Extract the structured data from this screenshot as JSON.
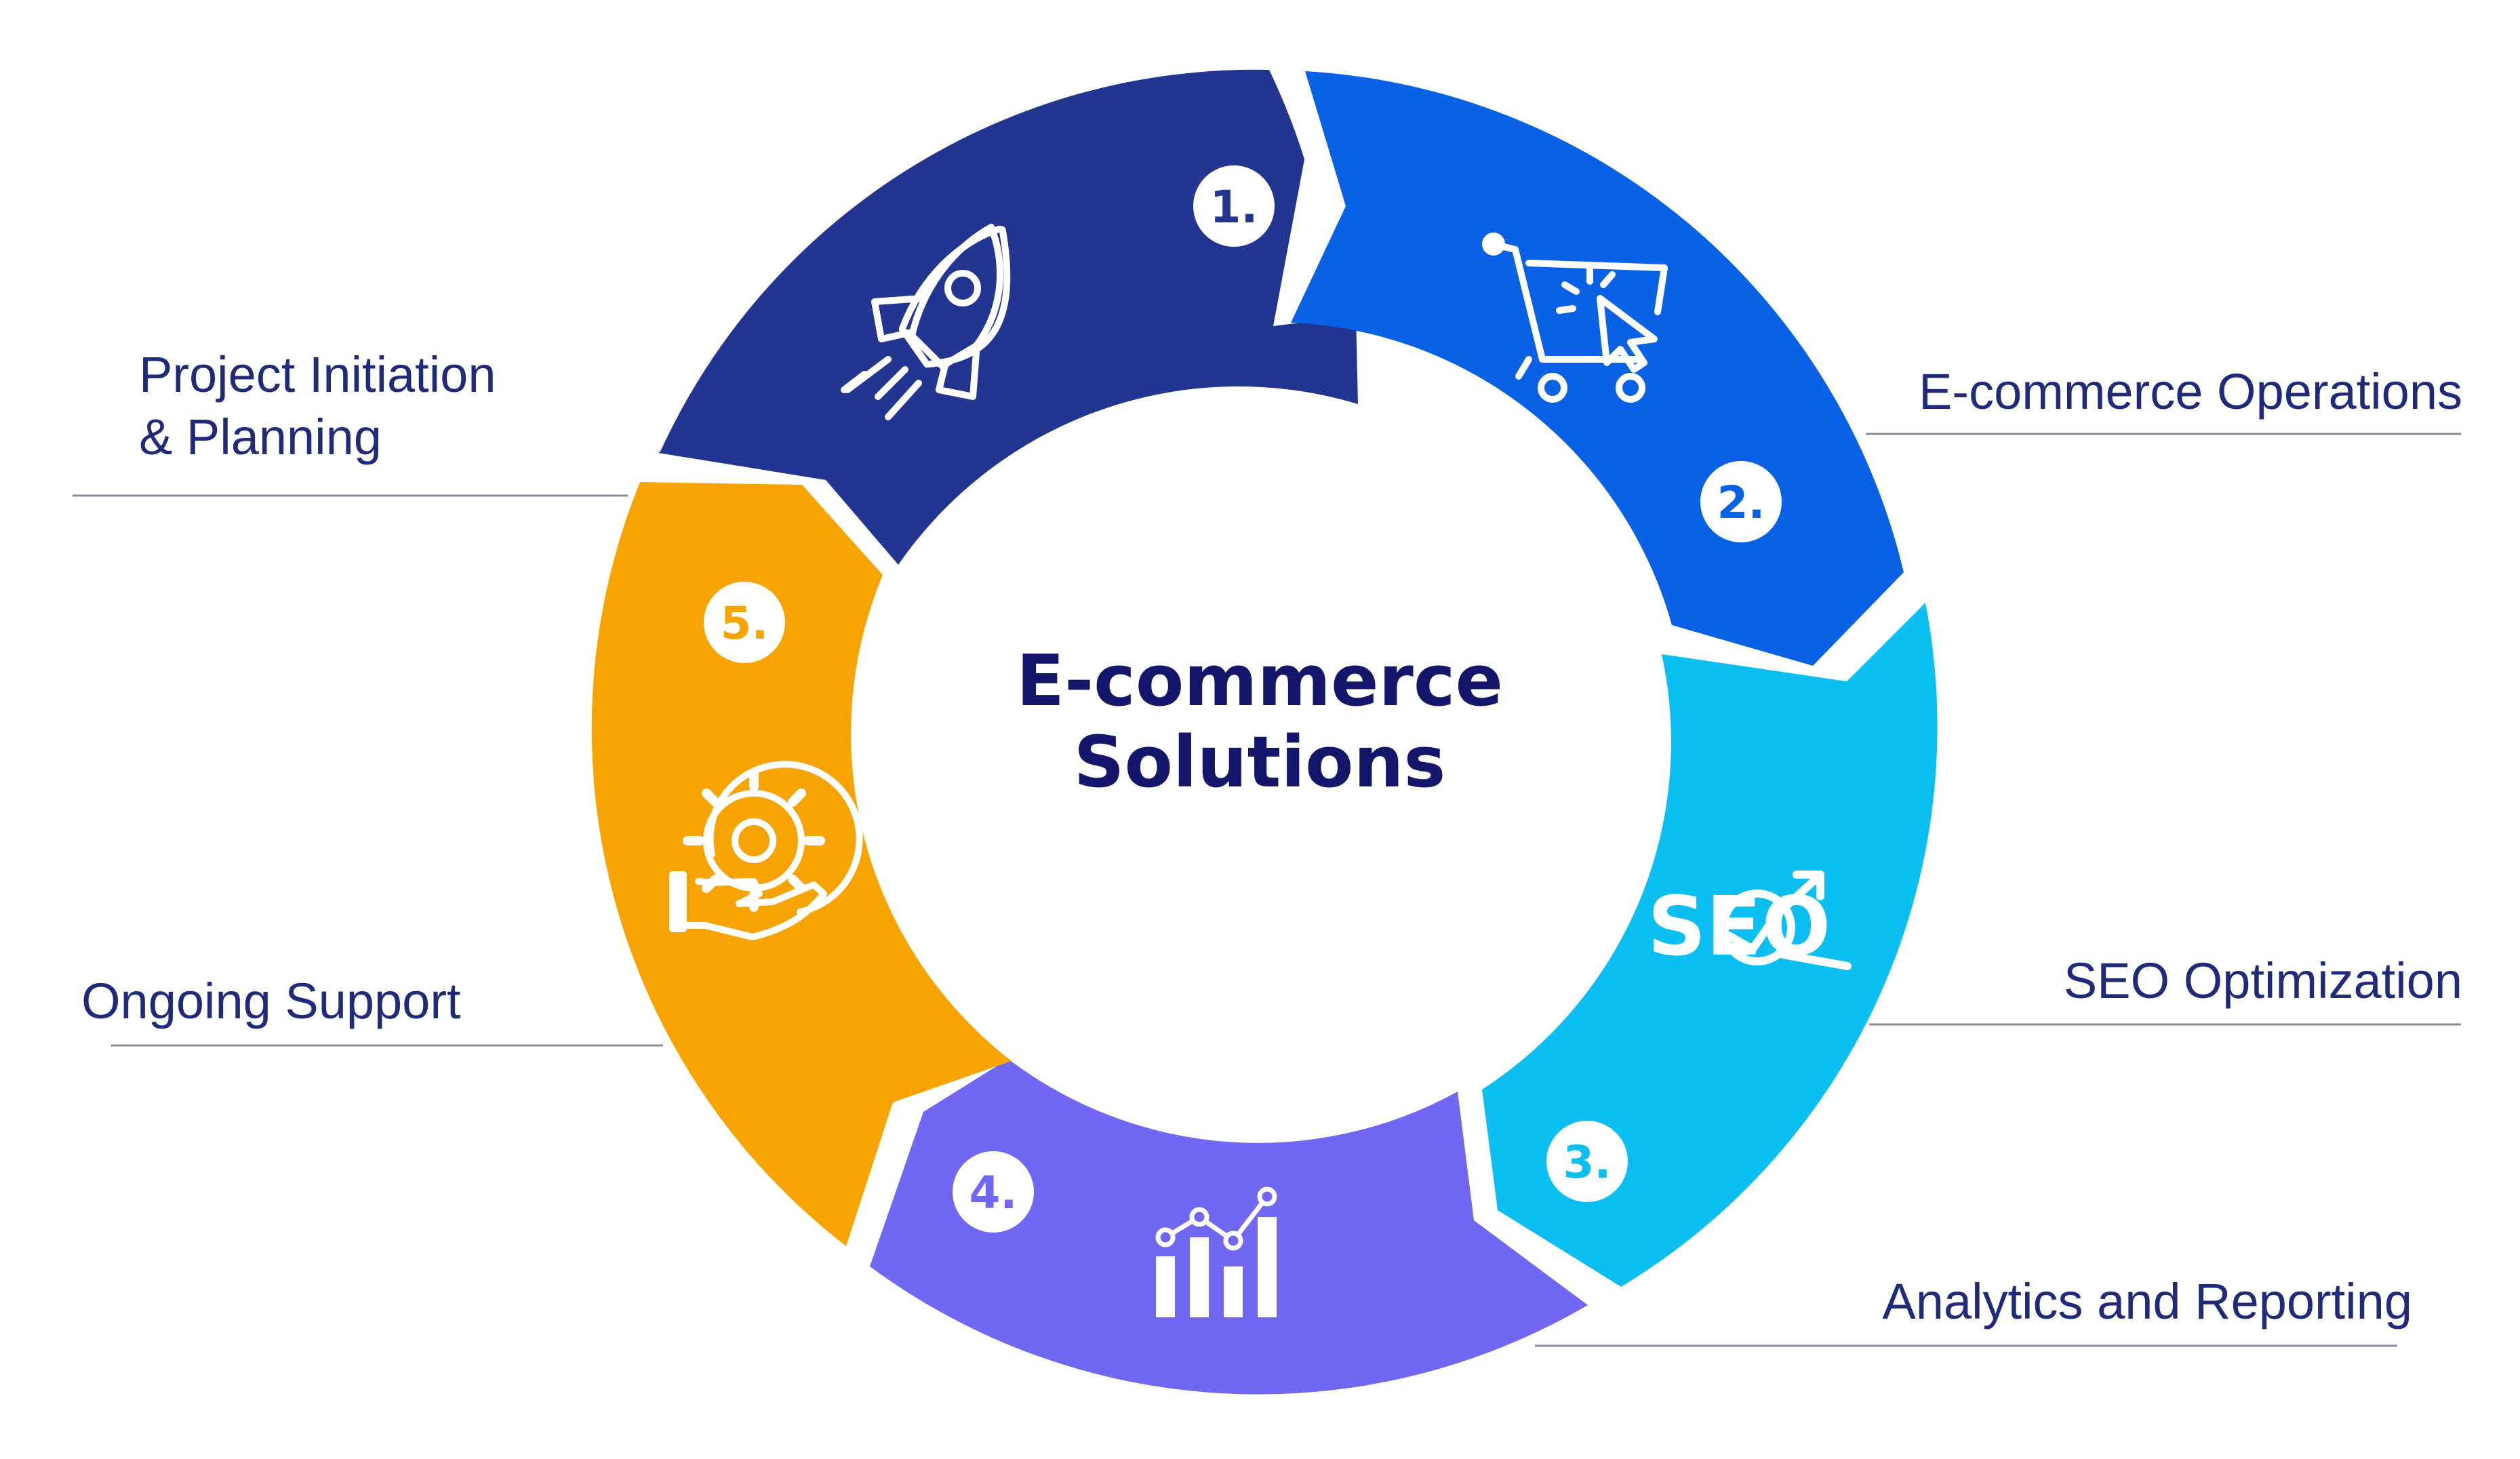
{
  "center": {
    "line1": "E-commerce",
    "line2": "Solutions"
  },
  "steps": [
    {
      "num": "1.",
      "label_lines": [
        "Project Initiation",
        "& Planning"
      ],
      "icon": "rocket-icon",
      "color": "#223590"
    },
    {
      "num": "2.",
      "label_lines": [
        "E-commerce Operations"
      ],
      "icon": "shopping-cart-cursor-icon",
      "color": "#0961e6"
    },
    {
      "num": "3.",
      "label_lines": [
        "SEO Optimization"
      ],
      "icon": "seo-magnifier-icon",
      "icon_text": "SEO",
      "color": "#0bbff3"
    },
    {
      "num": "4.",
      "label_lines": [
        "Analytics and Reporting"
      ],
      "icon": "bar-chart-trend-icon",
      "color": "#7067f3"
    },
    {
      "num": "5.",
      "label_lines": [
        "Ongoing Support"
      ],
      "icon": "hand-gear-icon",
      "color": "#f7a403"
    }
  ]
}
